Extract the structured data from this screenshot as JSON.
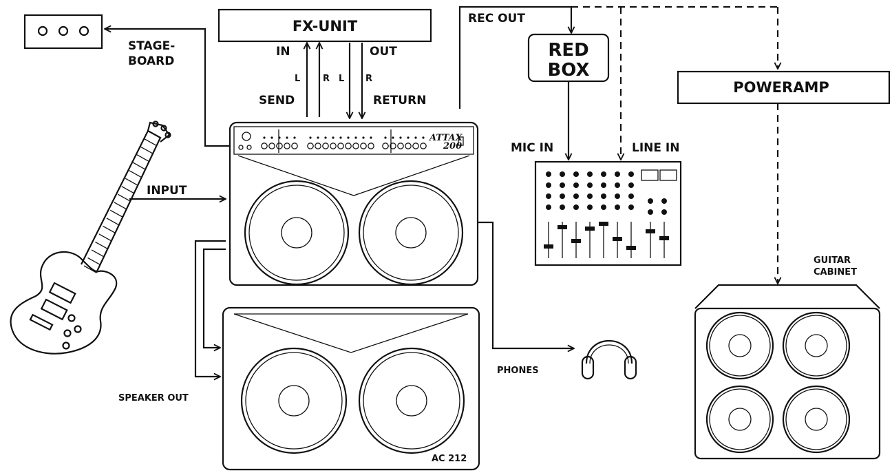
{
  "labels": {
    "fx_unit": "FX-UNIT",
    "in": "IN",
    "out": "OUT",
    "send": "SEND",
    "return": "RETURN",
    "left_send": "L",
    "right_send": "R",
    "left_return": "L",
    "right_return": "R",
    "rec_out": "REC OUT",
    "red_box_line1": "RED",
    "red_box_line2": "BOX",
    "poweramp": "POWERAMP",
    "mic_in": "MIC IN",
    "line_in": "LINE IN",
    "stage_board_line1": "STAGE-",
    "stage_board_line2": "BOARD",
    "input": "INPUT",
    "speaker_out": "SPEAKER OUT",
    "phones": "PHONES",
    "cabinet_name": "AC 212",
    "guitar_cabinet_line1": "GUITAR",
    "guitar_cabinet_line2": "CABINET",
    "amp_model_line1": "ATTAX",
    "amp_model_line2": "200"
  }
}
